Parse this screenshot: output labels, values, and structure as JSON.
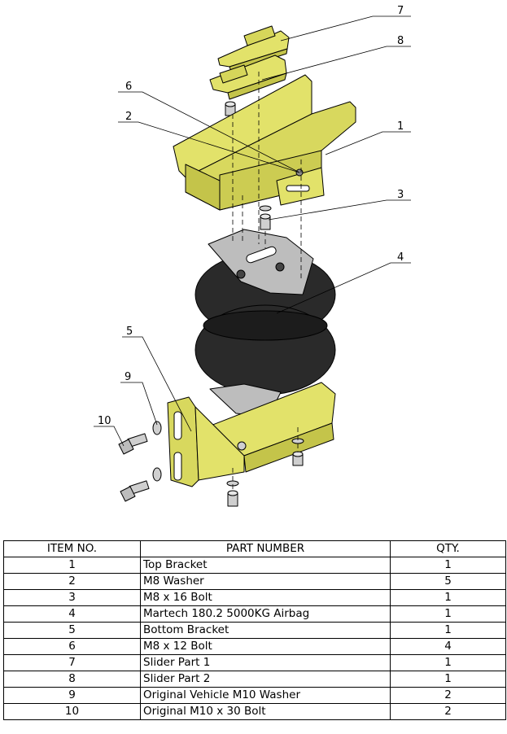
{
  "callouts": [
    {
      "label": "7"
    },
    {
      "label": "8"
    },
    {
      "label": "6"
    },
    {
      "label": "2"
    },
    {
      "label": "1"
    },
    {
      "label": "3"
    },
    {
      "label": "4"
    },
    {
      "label": "5"
    },
    {
      "label": "9"
    },
    {
      "label": "10"
    }
  ],
  "colors": {
    "bracket": "#e2e26a",
    "bracket_dark": "#c4c44a",
    "airbag": "#2a2a2a",
    "plate": "#bdbdbd"
  },
  "bom": {
    "headers": [
      "ITEM NO.",
      "PART NUMBER",
      "QTY."
    ],
    "rows": [
      {
        "item": "1",
        "part": "Top Bracket",
        "qty": "1"
      },
      {
        "item": "2",
        "part": "M8 Washer",
        "qty": "5"
      },
      {
        "item": "3",
        "part": "M8 x 16 Bolt",
        "qty": "1"
      },
      {
        "item": "4",
        "part": "Martech 180.2 5000KG Airbag",
        "qty": "1"
      },
      {
        "item": "5",
        "part": "Bottom Bracket",
        "qty": "1"
      },
      {
        "item": "6",
        "part": "M8 x 12 Bolt",
        "qty": "4"
      },
      {
        "item": "7",
        "part": "Slider Part 1",
        "qty": "1"
      },
      {
        "item": "8",
        "part": "Slider Part 2",
        "qty": "1"
      },
      {
        "item": "9",
        "part": "Original Vehicle M10 Washer",
        "qty": "2"
      },
      {
        "item": "10",
        "part": "Original M10 x 30 Bolt",
        "qty": "2"
      }
    ]
  }
}
